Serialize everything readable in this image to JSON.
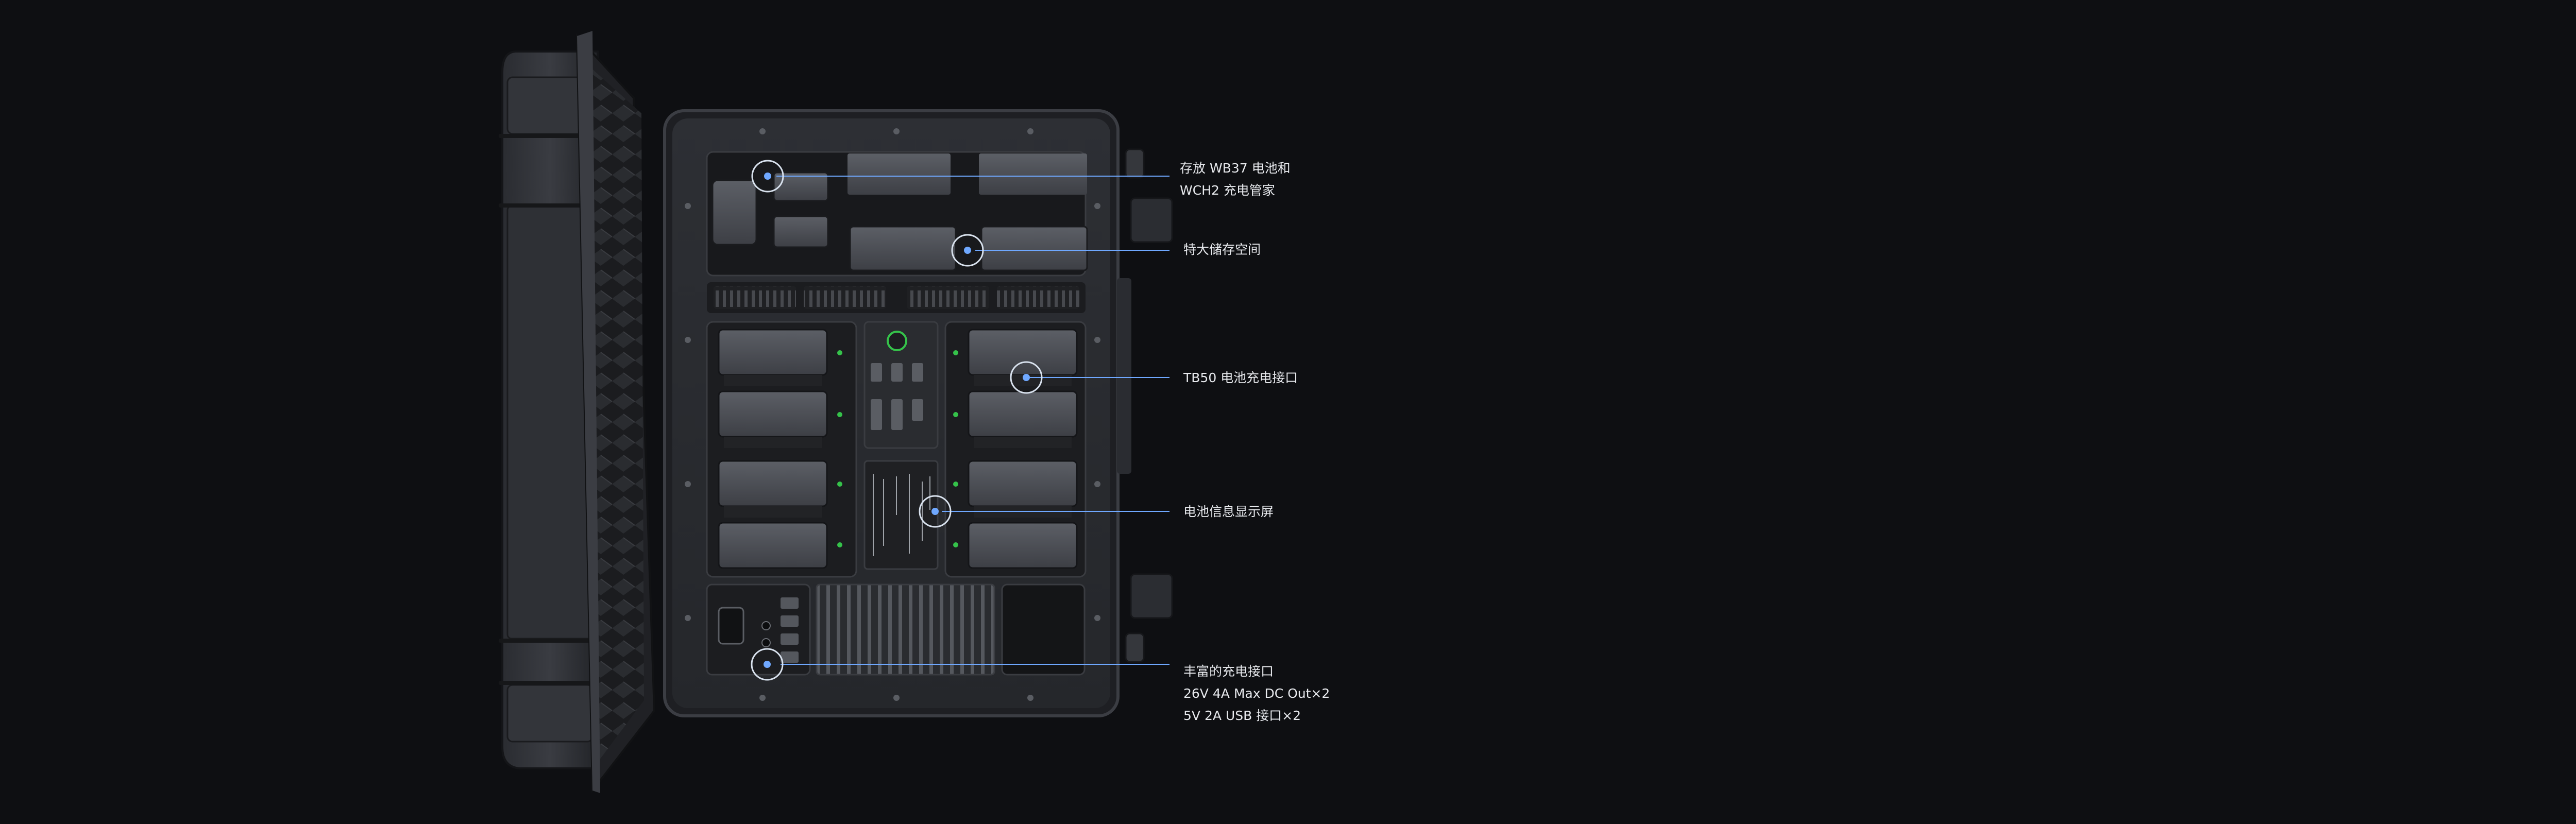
{
  "image": {
    "subject": "open-rugged-charging-case",
    "background_color": "#0e0f12",
    "accent_color": "#6fa8ff",
    "status_led_color": "#35c24a"
  },
  "callouts": [
    {
      "id": "wb37-storage",
      "lines": [
        "存放 WB37 电池和",
        "WCH2 充电管家"
      ]
    },
    {
      "id": "extra-storage",
      "lines": [
        "特大储存空间"
      ]
    },
    {
      "id": "tb50-ports",
      "lines": [
        "TB50 电池充电接口"
      ]
    },
    {
      "id": "battery-display",
      "lines": [
        "电池信息显示屏"
      ]
    },
    {
      "id": "charging-ports",
      "lines": [
        "丰富的充电接口",
        "26V 4A Max DC Out×2",
        "5V 2A USB 接口×2"
      ]
    }
  ]
}
